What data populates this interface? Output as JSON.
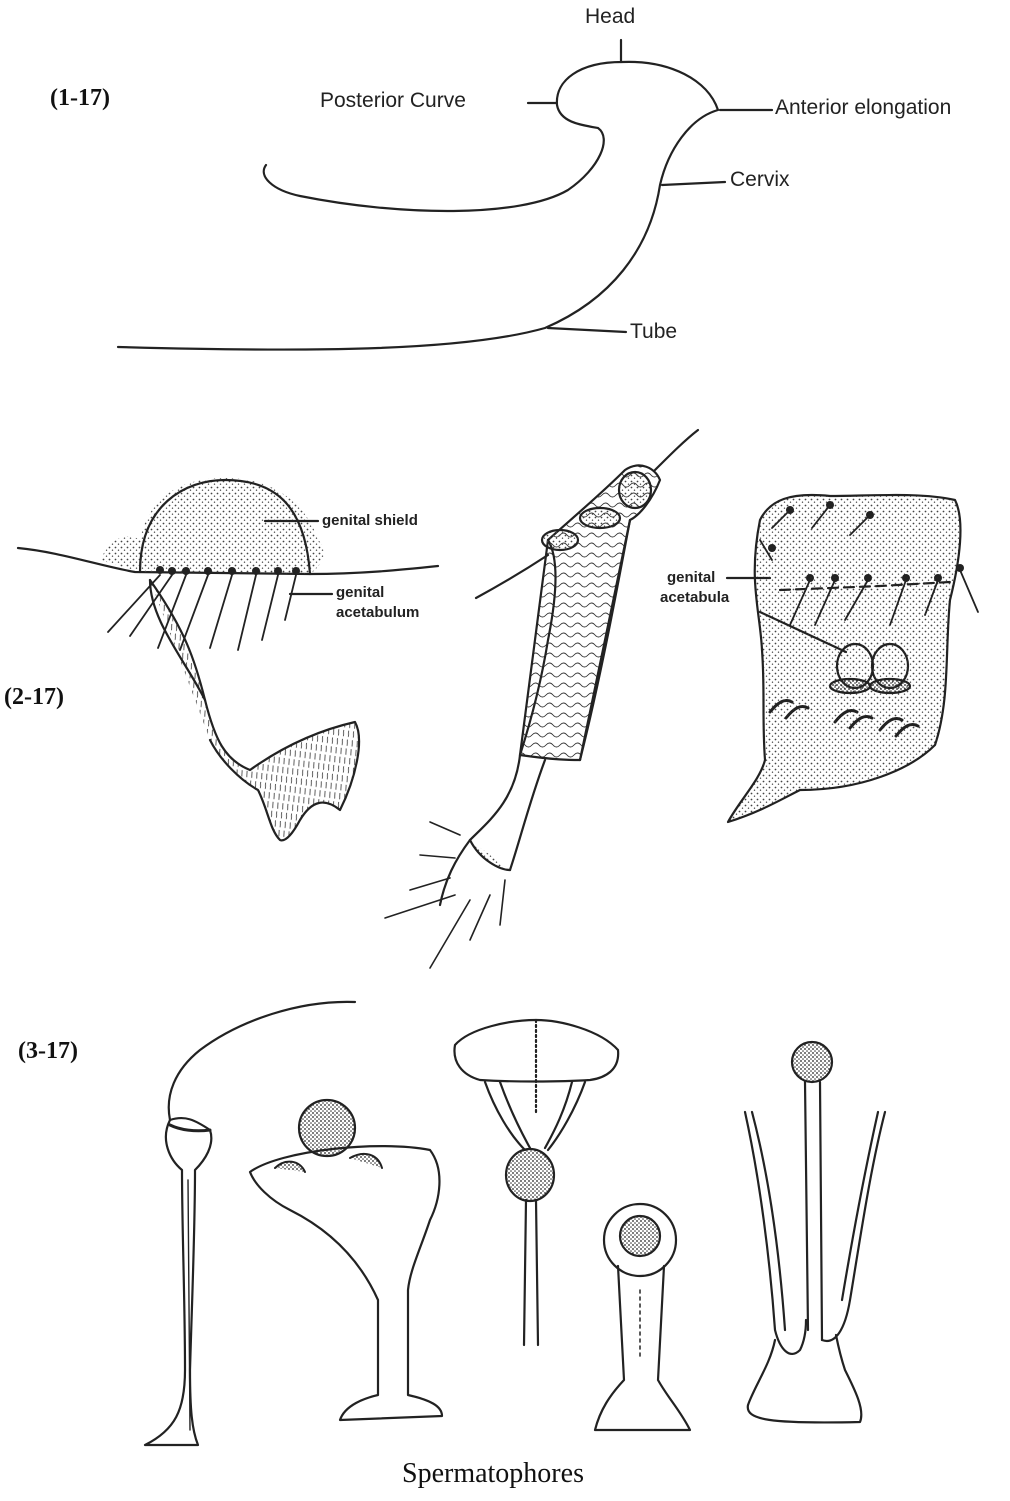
{
  "figures": [
    {
      "id": "1-17",
      "label": "(1-17)",
      "labels": {
        "head": "Head",
        "posterior_curve": "Posterior Curve",
        "anterior_elongation": "Anterior elongation",
        "cervix": "Cervix",
        "tube": "Tube"
      }
    },
    {
      "id": "2-17",
      "label": "(2-17)",
      "labels": {
        "genital_shield": "genital shield",
        "genital_acetabulum_line1": "genital",
        "genital_acetabulum_line2": "acetabulum",
        "genital_acetabula_line1": "genital",
        "genital_acetabula_line2": "acetabula"
      }
    },
    {
      "id": "3-17",
      "label": "(3-17)",
      "caption": "Spermatophores"
    }
  ],
  "colors": {
    "ink": "#222222",
    "stipple": "#555555",
    "background": "#ffffff"
  }
}
